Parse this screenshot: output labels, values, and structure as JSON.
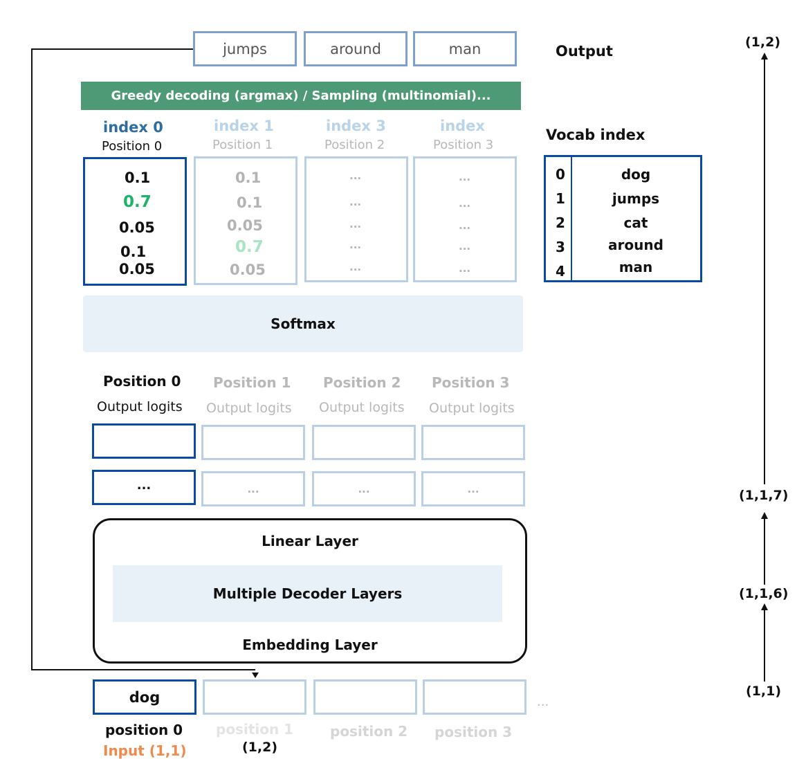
{
  "output": {
    "tokens": [
      "jumps",
      "around",
      "man"
    ],
    "label": "Output"
  },
  "decoding_bar": "Greedy decoding (argmax) / Sampling (multinomial)...",
  "prob_columns": [
    {
      "index": "index 0",
      "position": "Position 0",
      "values": [
        "0.1",
        "0.7",
        "0.05",
        "0.1",
        "0.05"
      ]
    },
    {
      "index": "index 1",
      "position": "Position 1",
      "values": [
        "0.1",
        "0.1",
        "0.05",
        "0.7",
        "0.05"
      ]
    },
    {
      "index": "index 3",
      "position": "Position 2",
      "values": [
        "...",
        "...",
        "...",
        "...",
        "..."
      ]
    },
    {
      "index": "index",
      "position": "Position 3",
      "values": [
        "...",
        "...",
        "...",
        "...",
        "..."
      ]
    }
  ],
  "vocab": {
    "title": "Vocab index",
    "entries": [
      {
        "idx": "0",
        "word": "dog"
      },
      {
        "idx": "1",
        "word": "jumps"
      },
      {
        "idx": "2",
        "word": "cat"
      },
      {
        "idx": "3",
        "word": "around"
      },
      {
        "idx": "4",
        "word": "man"
      }
    ]
  },
  "softmax": "Softmax",
  "logits": [
    {
      "position": "Position 0",
      "caption": "Output logits",
      "row2": "..."
    },
    {
      "position": "Position 1",
      "caption": "Output logits",
      "row2": "..."
    },
    {
      "position": "Position 2",
      "caption": "Output logits",
      "row2": "..."
    },
    {
      "position": "Position 3",
      "caption": "Output logits",
      "row2": "..."
    }
  ],
  "model": {
    "linear": "Linear Layer",
    "decoders": "Multiple Decoder Layers",
    "embedding": "Embedding Layer"
  },
  "inputs": {
    "token0": "dog",
    "positions": [
      "position 0",
      "position 1",
      "position 2",
      "position 3"
    ],
    "input_label": "Input (1,1)",
    "shape_pos1": "(1,2)",
    "ellipsis": "..."
  },
  "shapes": [
    "(1,2)",
    "(1,1,7)",
    "(1,1,6)",
    "(1,1)"
  ],
  "colors": {
    "dark_blue": "#0b4aa2",
    "light_blue": "#b9cfe8",
    "green_bar": "#4e9a76",
    "highlight_green": "#1db36a",
    "input_orange": "#f08a4b",
    "panel_bg": "#e9f1f8"
  }
}
